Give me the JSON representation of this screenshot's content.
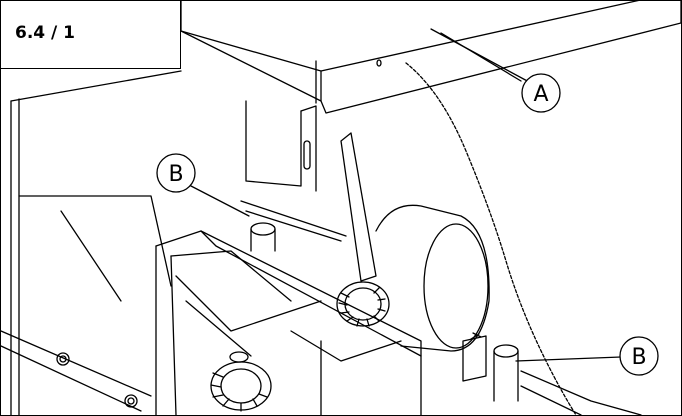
{
  "figure_ref": "6.4 / 1",
  "callouts": [
    "A",
    "B",
    "B"
  ]
}
